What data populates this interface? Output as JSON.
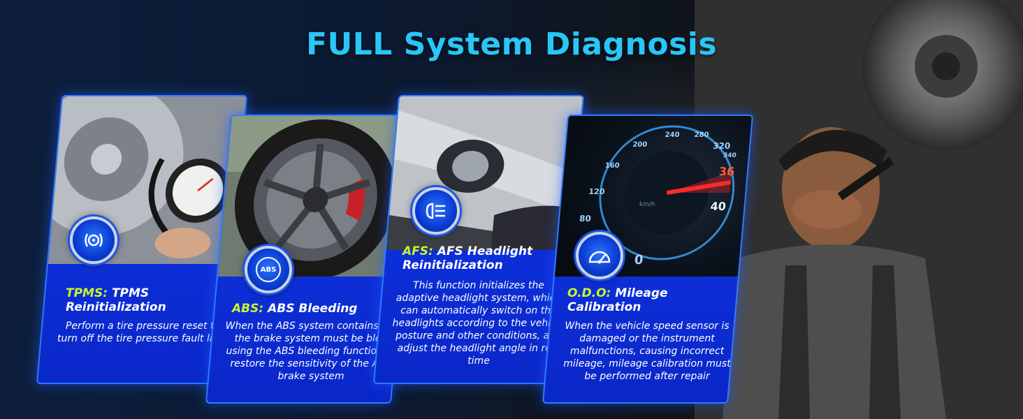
{
  "title": "FULL System Diagnosis",
  "colors": {
    "title": "#29c6f7",
    "abbreviation": "#c8f532",
    "card": "#0d2fd8"
  },
  "cards": [
    {
      "icon": "tpms-icon",
      "abbr": "TPMS:",
      "name": "TPMS Reinitialization",
      "desc": "Perform a tire pressure reset to turn off the tire pressure fault light"
    },
    {
      "icon": "abs-icon",
      "icon_text": "ABS",
      "abbr": "ABS:",
      "name": "ABS Bleeding",
      "desc": "When the ABS system contains air, the brake system must be bled using the ABS bleeding function to restore the sensitivity of the ABS brake system"
    },
    {
      "icon": "headlight-icon",
      "abbr": "AFS:",
      "name": "AFS Headlight Reinitialization",
      "desc": "This function initializes the adaptive headlight system, which can automatically switch on the headlights according to the vehicle posture and other conditions, and adjust the headlight angle in real time"
    },
    {
      "icon": "speedometer-icon",
      "abbr": "O.D.O:",
      "name": "Mileage Calibration",
      "desc": "When the vehicle speed sensor is damaged or the instrument malfunctions, causing incorrect mileage, mileage calibration must be performed after repair"
    }
  ],
  "speedometer": {
    "ticks": [
      "80",
      "120",
      "160",
      "200",
      "240",
      "280",
      "320",
      "340",
      "36",
      "40",
      "0"
    ],
    "unit": "km/h"
  }
}
